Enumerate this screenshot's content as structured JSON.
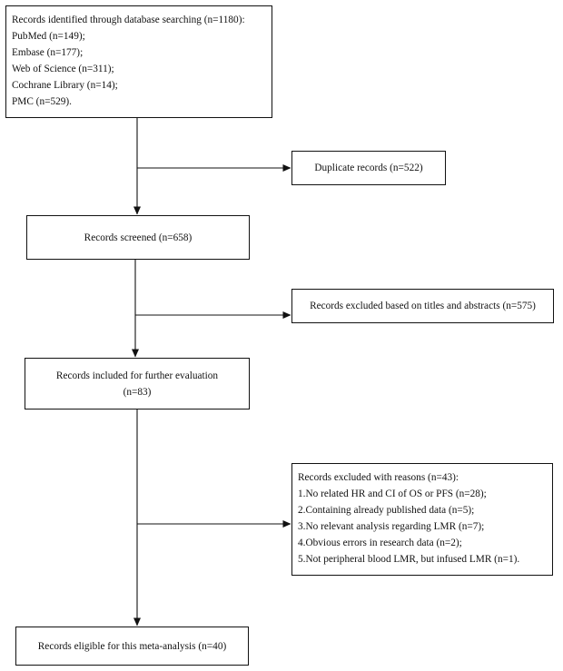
{
  "flow": {
    "identified": {
      "title": "Records identified through database searching (n=1180):",
      "sources": [
        "PubMed (n=149);",
        "Embase (n=177);",
        "Web of Science (n=311);",
        "Cochrane Library (n=14);",
        "PMC (n=529)."
      ]
    },
    "duplicate": "Duplicate records (n=522)",
    "screened": "Records screened (n=658)",
    "excluded_titles": "Records excluded based on titles and abstracts (n=575)",
    "included": {
      "line1": "Records included for further evaluation",
      "line2": "(n=83)"
    },
    "excluded_reasons": {
      "title": "Records excluded with reasons (n=43):",
      "reasons": [
        "1.No related HR and CI of OS or PFS (n=28);",
        "2.Containing already published data (n=5);",
        "3.No relevant analysis regarding LMR (n=7);",
        "4.Obvious errors in research data (n=2);",
        "5.Not peripheral blood LMR, but infused LMR (n=1)."
      ]
    },
    "eligible": "Records eligible for this meta-analysis (n=40)"
  }
}
